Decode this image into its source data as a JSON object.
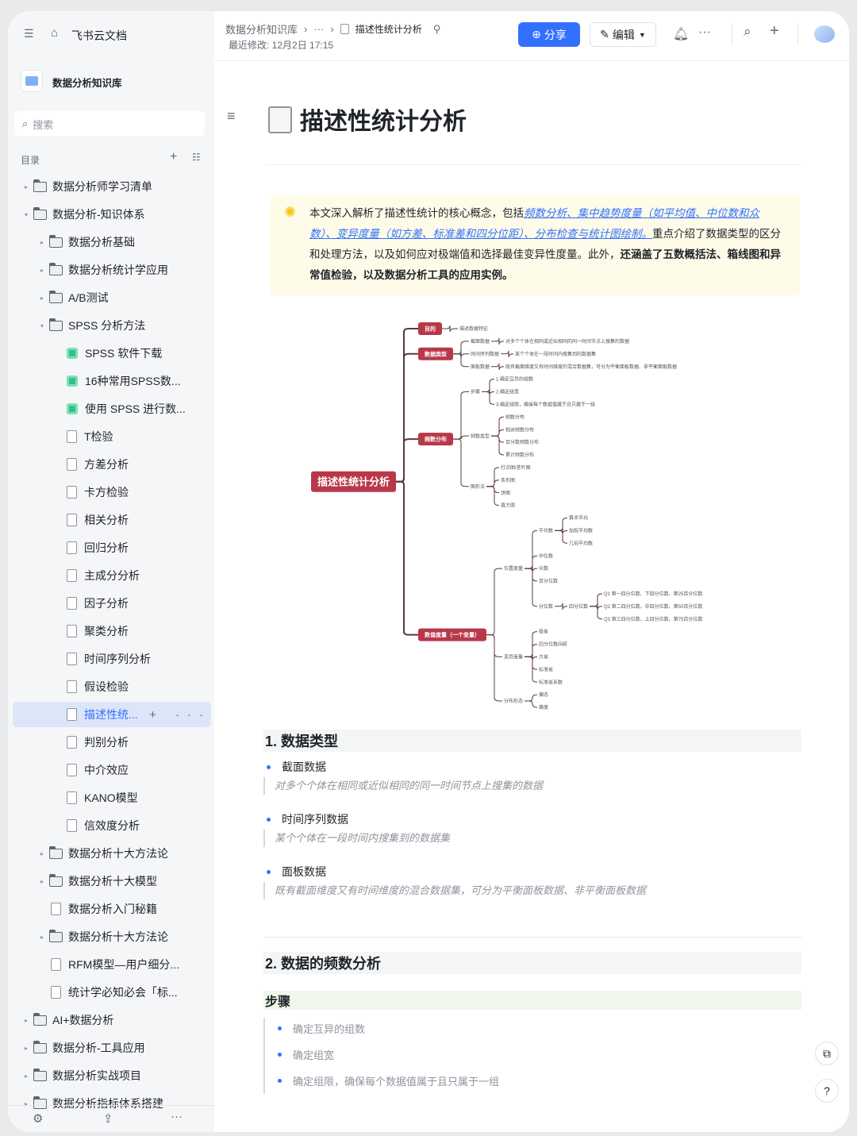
{
  "sidebar": {
    "app_name": "飞书云文档",
    "space_name": "数据分析知识库",
    "search_placeholder": "搜索",
    "toc_label": "目录",
    "items": [
      {
        "label": "数据分析师学习清单",
        "level": 0,
        "type": "folder",
        "state": "collapsed"
      },
      {
        "label": "数据分析-知识体系",
        "level": 0,
        "type": "folder",
        "state": "expanded"
      },
      {
        "label": "数据分析基础",
        "level": 1,
        "type": "folder",
        "state": "collapsed"
      },
      {
        "label": "数据分析统计学应用",
        "level": 1,
        "type": "folder",
        "state": "collapsed"
      },
      {
        "label": "A/B测试",
        "level": 1,
        "type": "folder",
        "state": "collapsed"
      },
      {
        "label": "SPSS 分析方法",
        "level": 1,
        "type": "folder",
        "state": "expanded"
      },
      {
        "label": "SPSS 软件下载",
        "level": 2,
        "type": "sheet"
      },
      {
        "label": "16种常用SPSS数...",
        "level": 2,
        "type": "sheet"
      },
      {
        "label": "使用 SPSS 进行数...",
        "level": 2,
        "type": "sheet"
      },
      {
        "label": "T检验",
        "level": 2,
        "type": "doc"
      },
      {
        "label": "方差分析",
        "level": 2,
        "type": "doc"
      },
      {
        "label": "卡方检验",
        "level": 2,
        "type": "doc"
      },
      {
        "label": "相关分析",
        "level": 2,
        "type": "doc"
      },
      {
        "label": "回归分析",
        "level": 2,
        "type": "doc"
      },
      {
        "label": "主成分分析",
        "level": 2,
        "type": "doc"
      },
      {
        "label": "因子分析",
        "level": 2,
        "type": "doc"
      },
      {
        "label": "聚类分析",
        "level": 2,
        "type": "doc"
      },
      {
        "label": "时间序列分析",
        "level": 2,
        "type": "doc"
      },
      {
        "label": "假设检验",
        "level": 2,
        "type": "doc"
      },
      {
        "label": "描述性统...",
        "level": 2,
        "type": "doc",
        "active": true
      },
      {
        "label": "判别分析",
        "level": 2,
        "type": "doc"
      },
      {
        "label": "中介效应",
        "level": 2,
        "type": "doc"
      },
      {
        "label": "KANO模型",
        "level": 2,
        "type": "doc"
      },
      {
        "label": "信效度分析",
        "level": 2,
        "type": "doc"
      },
      {
        "label": "数据分析十大方法论",
        "level": 1,
        "type": "folder",
        "state": "collapsed"
      },
      {
        "label": "数据分析十大模型",
        "level": 1,
        "type": "folder",
        "state": "collapsed"
      },
      {
        "label": "数据分析入门秘籍",
        "level": 1,
        "type": "doc"
      },
      {
        "label": "数据分析十大方法论",
        "level": 1,
        "type": "folder",
        "state": "collapsed"
      },
      {
        "label": "RFM模型—用户细分...",
        "level": 1,
        "type": "doc"
      },
      {
        "label": "统计学必知必会「标...",
        "level": 1,
        "type": "doc"
      },
      {
        "label": "AI+数据分析",
        "level": 0,
        "type": "folder",
        "state": "collapsed"
      },
      {
        "label": "数据分析-工具应用",
        "level": 0,
        "type": "folder",
        "state": "collapsed"
      },
      {
        "label": "数据分析实战项目",
        "level": 0,
        "type": "folder",
        "state": "collapsed"
      },
      {
        "label": "数据分析指标体系搭建",
        "level": 0,
        "type": "folder",
        "state": "collapsed"
      }
    ]
  },
  "header": {
    "breadcrumb": [
      "数据分析知识库",
      "···",
      "描述性统计分析"
    ],
    "last_modified": "最近修改: 12月2日 17:15",
    "share_label": "分享",
    "edit_label": "编辑",
    "accent": "#3370ff"
  },
  "doc": {
    "title": "描述性统计分析",
    "summary": {
      "intro": "本文深入解析了描述性统计的核心概念，包括",
      "link": "频数分析、集中趋势度量（如平均值、中位数和众数）、变异度量（如方差、标准差和四分位距）、分布检查与统计图绘制。",
      "middle": "重点介绍了数据类型的区分和处理方法，以及如何应对极端值和选择最佳变异性度量。此外，",
      "bold": "还涵盖了五数概括法、箱线图和异常值检验，以及数据分析工具的应用实例。"
    },
    "mindmap": {
      "color": "#b8384a",
      "root": {
        "label": "描述性统计分析",
        "children": [
          {
            "label": "目的",
            "children": [
              {
                "label": "描述数据特征"
              }
            ]
          },
          {
            "label": "数据类型",
            "children": [
              {
                "label": "截面数据",
                "children": [
                  {
                    "label": "对多个个体在相同或近似相同的同一时间节点上搜集的数据"
                  }
                ]
              },
              {
                "label": "时间序列数据",
                "children": [
                  {
                    "label": "某个个体在一段时间内搜集到的数据集"
                  }
                ]
              },
              {
                "label": "面板数据",
                "children": [
                  {
                    "label": "既有截面维度又有时间维度的混合数据集，可分为平衡面板数据、非平衡面板数据"
                  }
                ]
              }
            ]
          },
          {
            "label": "频数分布",
            "children": [
              {
                "label": "步骤",
                "children": [
                  {
                    "label": "1.确定互异的组数"
                  },
                  {
                    "label": "2.确定组宽"
                  },
                  {
                    "label": "3.确定组限，确保每个数据值属于且只属于一组"
                  }
                ]
              },
              {
                "label": "频数类型",
                "children": [
                  {
                    "label": "频数分布"
                  },
                  {
                    "label": "相对频数分布"
                  },
                  {
                    "label": "百分数频数分布"
                  },
                  {
                    "label": "累计频数分布"
                  }
                ]
              },
              {
                "label": "图形法",
                "children": [
                  {
                    "label": "打点图/茎叶图"
                  },
                  {
                    "label": "条形图"
                  },
                  {
                    "label": "饼图"
                  },
                  {
                    "label": "直方图"
                  }
                ]
              }
            ]
          },
          {
            "label": "数值度量（一个变量）",
            "children": [
              {
                "label": "位置度量",
                "children": [
                  {
                    "label": "平均数",
                    "children": [
                      {
                        "label": "算术平均"
                      },
                      {
                        "label": "加权平均数"
                      },
                      {
                        "label": "几何平均数"
                      }
                    ]
                  },
                  {
                    "label": "中位数"
                  },
                  {
                    "label": "众数"
                  },
                  {
                    "label": "百分位数"
                  },
                  {
                    "label": "分位数",
                    "children": [
                      {
                        "label": "四分位数",
                        "children": [
                          {
                            "label": "Q1 第一四分位数、下四分位数、第25百分位数"
                          },
                          {
                            "label": "Q2 第二四分位数、中四分位数、第50百分位数"
                          },
                          {
                            "label": "Q3 第三四分位数、上四分位数、第75百分位数"
                          }
                        ]
                      }
                    ]
                  }
                ]
              },
              {
                "label": "变异度量",
                "children": [
                  {
                    "label": "极差"
                  },
                  {
                    "label": "四分位数间距"
                  },
                  {
                    "label": "方差"
                  },
                  {
                    "label": "标准差"
                  },
                  {
                    "label": "标准差系数"
                  }
                ]
              },
              {
                "label": "分布形态",
                "children": [
                  {
                    "label": "偏态"
                  },
                  {
                    "label": "峰度"
                  }
                ]
              }
            ]
          }
        ]
      }
    },
    "section1": {
      "heading": "1. 数据类型",
      "items": [
        {
          "term": "截面数据",
          "desc": "对多个个体在相同或近似相同的同一时间节点上搜集的数据"
        },
        {
          "term": "时间序列数据",
          "desc": "某个个体在一段时间内搜集到的数据集"
        },
        {
          "term": "面板数据",
          "desc": "既有截面维度又有时间维度的混合数据集，可分为平衡面板数据、非平衡面板数据"
        }
      ]
    },
    "section2": {
      "heading": "2. 数据的频数分析",
      "subheading": "步骤",
      "steps": [
        "确定互异的组数",
        "确定组宽",
        "确定组限，确保每个数据值属于且只属于一组"
      ]
    }
  }
}
